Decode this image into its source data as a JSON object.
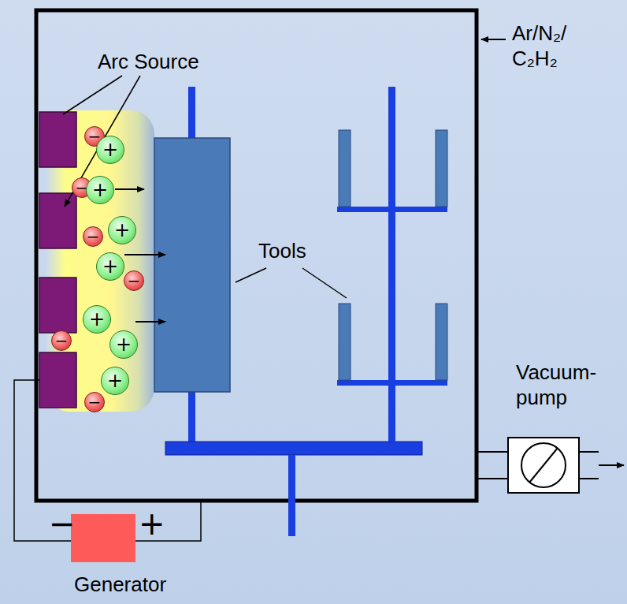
{
  "diagram": {
    "nodes": [
      {
        "text": [
          "−"
        ]
      },
      {
        "text": [
          "+"
        ]
      },
      {
        "text": [
          "−"
        ]
      },
      {
        "text": [
          "+"
        ]
      },
      {
        "text": [
          "−"
        ]
      },
      {
        "text": [
          "+"
        ]
      },
      {
        "text": [
          "+"
        ]
      },
      {
        "text": [
          "−"
        ]
      },
      {
        "text": [
          "+"
        ]
      },
      {
        "text": [
          "−"
        ]
      },
      {
        "text": [
          "+"
        ]
      },
      {
        "text": [
          "+"
        ]
      },
      {
        "text": [
          "−"
        ]
      },
      {
        "text": [
          "−",
          "+",
          "Generator"
        ]
      }
    ],
    "labels": [
      "Arc Source",
      "Ar/N₂/ C₂H₂",
      "Tools",
      "Vacuum-pump"
    ]
  }
}
